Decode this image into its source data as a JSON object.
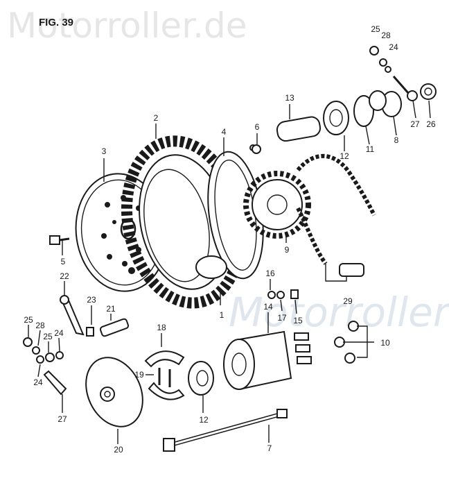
{
  "watermark": {
    "text": "Motorroller.de",
    "center_text": "Motorroller"
  },
  "figure_label": "FIG. 39",
  "callouts": [
    {
      "id": "c1",
      "text": "1"
    },
    {
      "id": "c2",
      "text": "2"
    },
    {
      "id": "c3",
      "text": "3"
    },
    {
      "id": "c4",
      "text": "4"
    },
    {
      "id": "c5",
      "text": "5"
    },
    {
      "id": "c6",
      "text": "6"
    },
    {
      "id": "c7",
      "text": "7"
    },
    {
      "id": "c8",
      "text": "8"
    },
    {
      "id": "c9",
      "text": "9"
    },
    {
      "id": "c10",
      "text": "10"
    },
    {
      "id": "c11",
      "text": "11"
    },
    {
      "id": "c12a",
      "text": "12"
    },
    {
      "id": "c12b",
      "text": "12"
    },
    {
      "id": "c13",
      "text": "13"
    },
    {
      "id": "c14",
      "text": "14"
    },
    {
      "id": "c15",
      "text": "15"
    },
    {
      "id": "c16",
      "text": "16"
    },
    {
      "id": "c17",
      "text": "17"
    },
    {
      "id": "c18",
      "text": "18"
    },
    {
      "id": "c19",
      "text": "19"
    },
    {
      "id": "c20",
      "text": "20"
    },
    {
      "id": "c21",
      "text": "21"
    },
    {
      "id": "c22",
      "text": "22"
    },
    {
      "id": "c23",
      "text": "23"
    },
    {
      "id": "c24a",
      "text": "24"
    },
    {
      "id": "c24b",
      "text": "24"
    },
    {
      "id": "c24c",
      "text": "24"
    },
    {
      "id": "c25a",
      "text": "25"
    },
    {
      "id": "c25b",
      "text": "25"
    },
    {
      "id": "c25c",
      "text": "25"
    },
    {
      "id": "c26",
      "text": "26"
    },
    {
      "id": "c27a",
      "text": "27"
    },
    {
      "id": "c27b",
      "text": "27"
    },
    {
      "id": "c28a",
      "text": "28"
    },
    {
      "id": "c28b",
      "text": "28"
    },
    {
      "id": "c29",
      "text": "29"
    }
  ]
}
